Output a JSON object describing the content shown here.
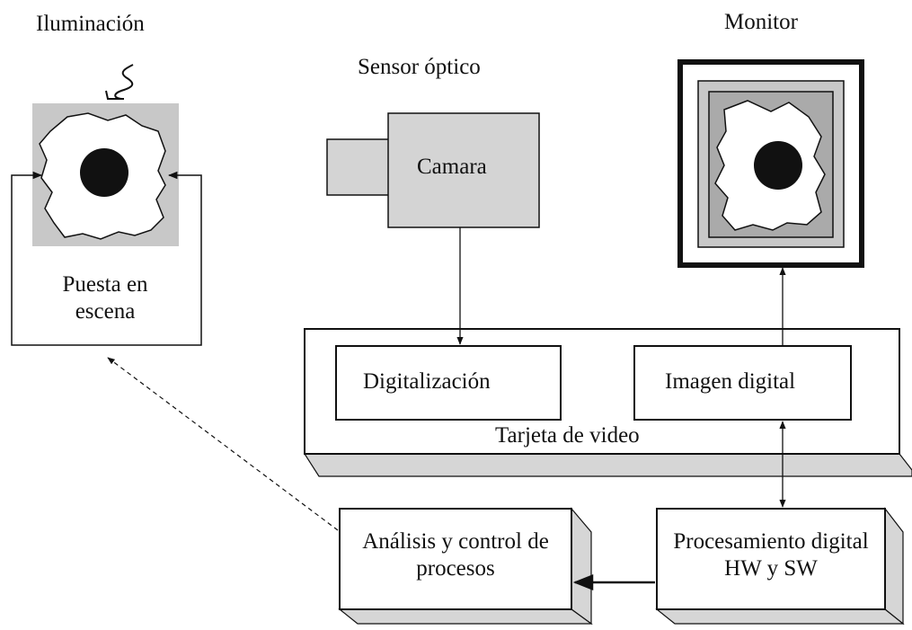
{
  "labels": {
    "illumination": "Iluminación",
    "sensor": "Sensor óptico",
    "camera": "Camara",
    "monitor": "Monitor",
    "scene": "Puesta en escena",
    "digitization": "Digitalización",
    "digital_image": "Imagen digital",
    "video_card": "Tarjeta de video",
    "processing": "Procesamiento digital HW y SW",
    "analysis": "Análisis y control de procesos"
  },
  "colors": {
    "panel_gray": "#c8c8c8",
    "shadow_gray": "#d6d6d6",
    "object_fill": "#ffffff",
    "outline": "#111111"
  }
}
